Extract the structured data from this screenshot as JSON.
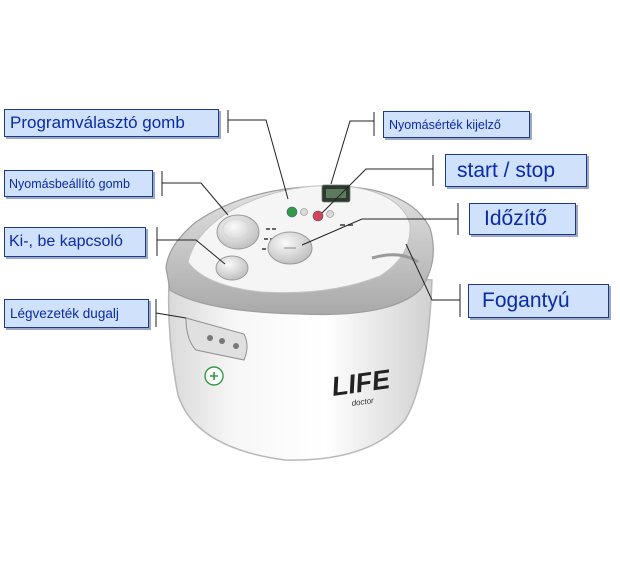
{
  "labels": {
    "program_selector": "Programválasztó gomb",
    "pressure_display": "Nyomásérték kijelző",
    "pressure_setting": "Nyomásbeállító gomb",
    "start_stop": "start / stop",
    "power_switch": "Ki-, be kapcsoló",
    "timer": "Időzítő",
    "air_hose_socket": "Légvezeték dugalj",
    "handle": "Fogantyú"
  },
  "device": {
    "brand": "LIFE",
    "brand_sub": "doctor"
  },
  "colors": {
    "label_fill": "#cfe1fb",
    "label_border": "#1d3a8a",
    "label_text": "#0a2aa6",
    "body": "#ffffff",
    "rim": "#c9c9c9",
    "leader_line": "#222222"
  }
}
